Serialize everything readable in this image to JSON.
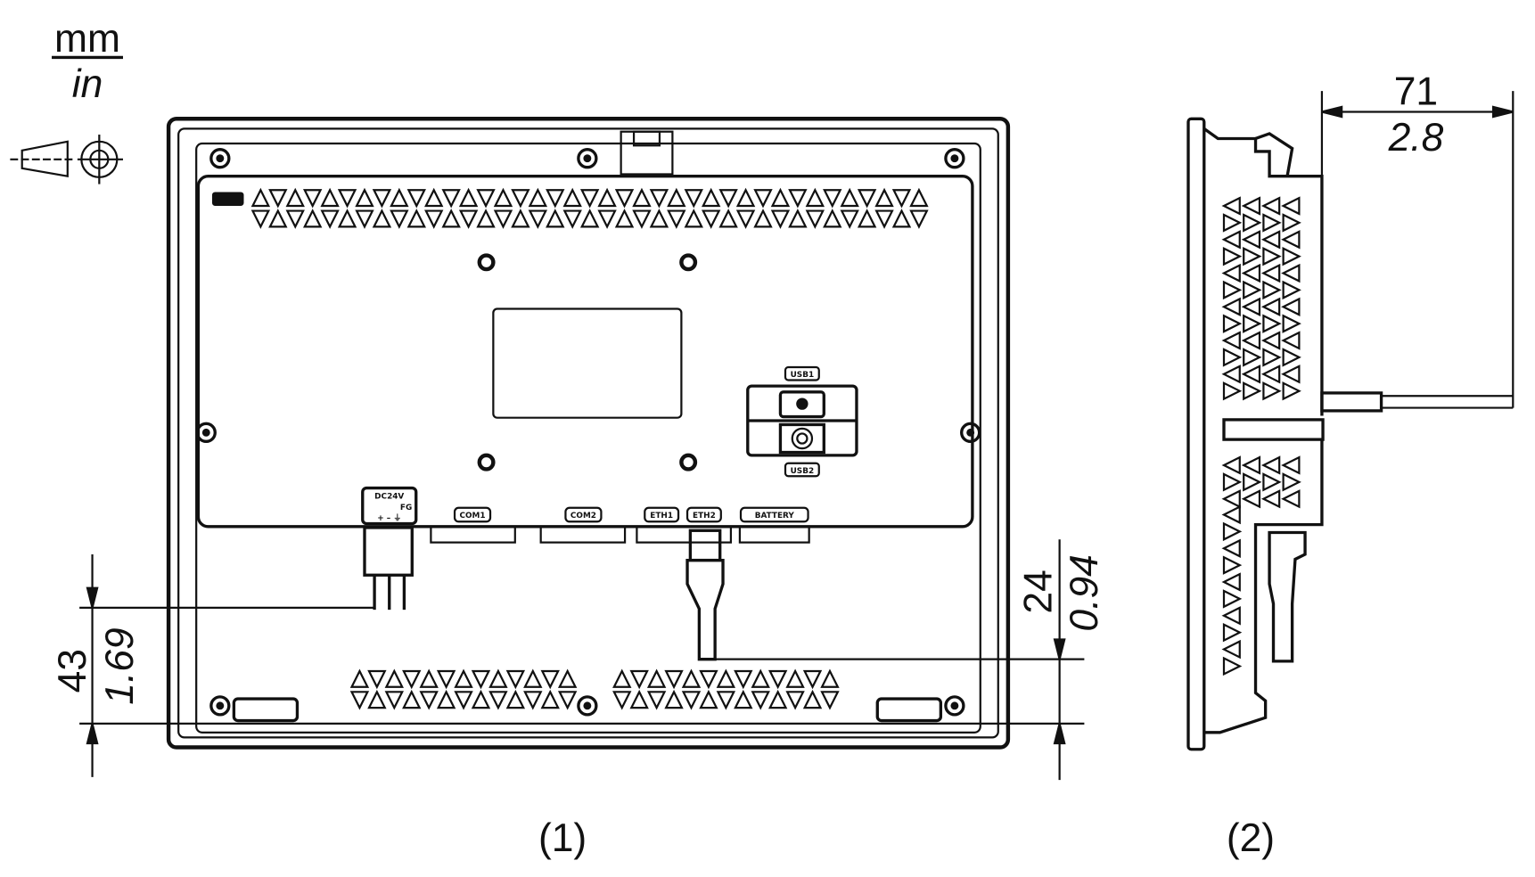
{
  "units": {
    "primary": "mm",
    "secondary": "in"
  },
  "views": {
    "front_caption": "(1)",
    "side_caption": "(2)"
  },
  "dimensions": {
    "bottom_connector": {
      "mm": "43",
      "in": "1.69"
    },
    "eth_cable": {
      "mm": "24",
      "in": "0.94"
    },
    "depth": {
      "mm": "71",
      "in": "2.8"
    }
  },
  "ports": {
    "power": "DC24V",
    "power_fg": "FG",
    "power_polarity": "+ – ⏚",
    "com1": "COM1",
    "com2": "COM2",
    "eth1": "ETH1",
    "eth2": "ETH2",
    "battery": "BATTERY",
    "usb1": "USB1",
    "usb2": "USB2"
  },
  "colors": {
    "line": "#111111",
    "background": "#ffffff"
  }
}
